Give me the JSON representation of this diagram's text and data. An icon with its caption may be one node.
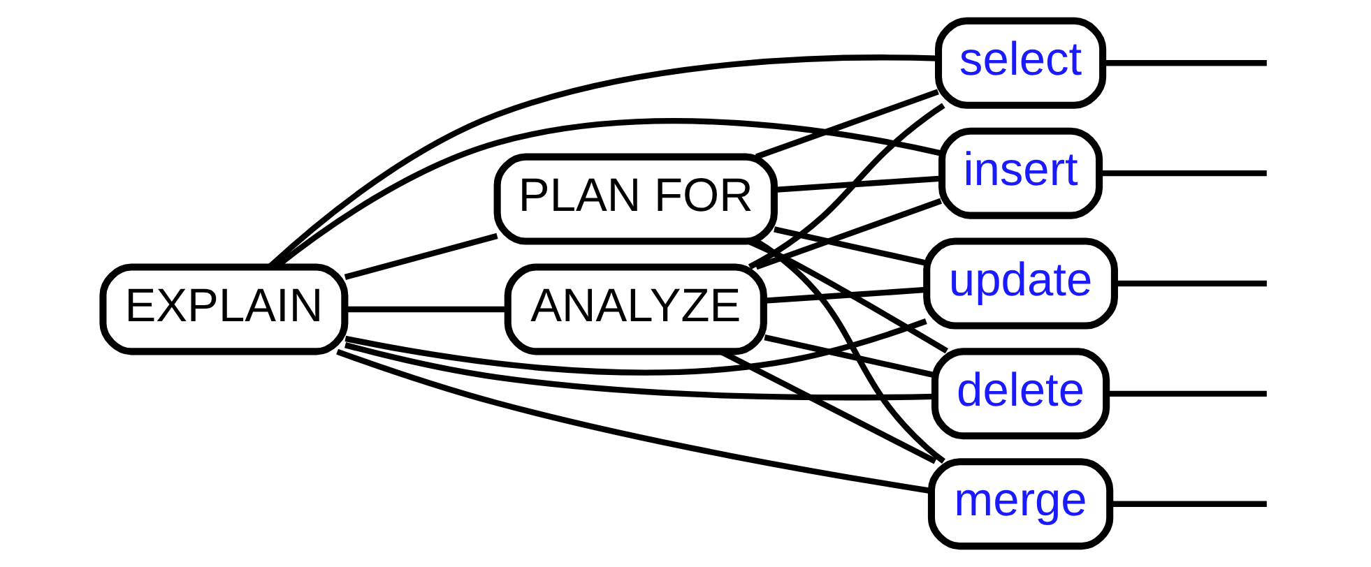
{
  "diagram": {
    "nodes": [
      {
        "text": [
          "EXPLAIN"
        ]
      },
      {
        "text": [
          "PLAN FOR"
        ]
      },
      {
        "text": [
          "ANALYZE"
        ]
      },
      {
        "text": [
          "select"
        ]
      },
      {
        "text": [
          "insert"
        ]
      },
      {
        "text": [
          "update"
        ]
      },
      {
        "text": [
          "delete"
        ]
      },
      {
        "text": [
          "merge"
        ]
      }
    ],
    "edges": [
      {
        "from": 0,
        "to": 1,
        "arrow": "none"
      },
      {
        "from": 0,
        "to": 2,
        "arrow": "none"
      },
      {
        "from": 0,
        "to": 3,
        "arrow": "none"
      },
      {
        "from": 0,
        "to": 4,
        "arrow": "none"
      },
      {
        "from": 0,
        "to": 5,
        "arrow": "none"
      },
      {
        "from": 0,
        "to": 6,
        "arrow": "none"
      },
      {
        "from": 0,
        "to": 7,
        "arrow": "none"
      },
      {
        "from": 1,
        "to": 3,
        "arrow": "none"
      },
      {
        "from": 1,
        "to": 4,
        "arrow": "none"
      },
      {
        "from": 1,
        "to": 5,
        "arrow": "none"
      },
      {
        "from": 1,
        "to": 6,
        "arrow": "none"
      },
      {
        "from": 1,
        "to": 7,
        "arrow": "none"
      },
      {
        "from": 2,
        "to": 3,
        "arrow": "none"
      },
      {
        "from": 2,
        "to": 4,
        "arrow": "none"
      },
      {
        "from": 2,
        "to": 5,
        "arrow": "none"
      },
      {
        "from": 2,
        "to": 6,
        "arrow": "none"
      },
      {
        "from": 2,
        "to": 7,
        "arrow": "none"
      },
      {
        "from": 3,
        "to": null,
        "arrow": "none"
      },
      {
        "from": 4,
        "to": null,
        "arrow": "none"
      },
      {
        "from": 5,
        "to": null,
        "arrow": "none"
      },
      {
        "from": 6,
        "to": null,
        "arrow": "none"
      },
      {
        "from": 7,
        "to": null,
        "arrow": "none"
      }
    ]
  }
}
